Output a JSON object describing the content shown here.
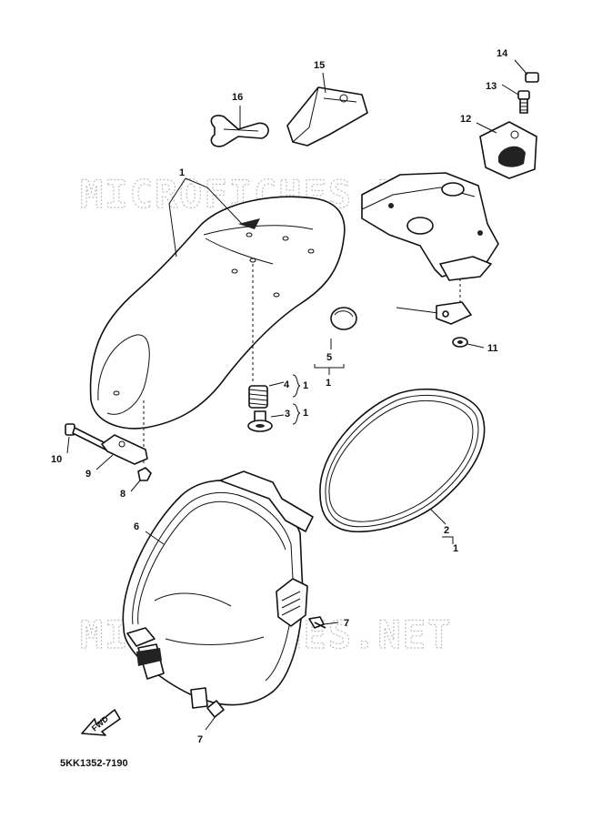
{
  "watermark": "MICROFICHES.NET",
  "diagram_code": "5KK1352-7190",
  "fwd_label": "FWD",
  "callouts": {
    "c1": "1",
    "c2": "2",
    "c3": "3",
    "c4": "4",
    "c5": "5",
    "c6": "6",
    "c7a": "7",
    "c7b": "7",
    "c8": "8",
    "c9": "9",
    "c10": "10",
    "c11": "11",
    "c12": "12",
    "c13": "13",
    "c14": "14",
    "c15": "15",
    "c16": "16"
  },
  "assembly_refs": {
    "r4": "1",
    "r3": "1",
    "r5": "1",
    "r2": "1"
  }
}
